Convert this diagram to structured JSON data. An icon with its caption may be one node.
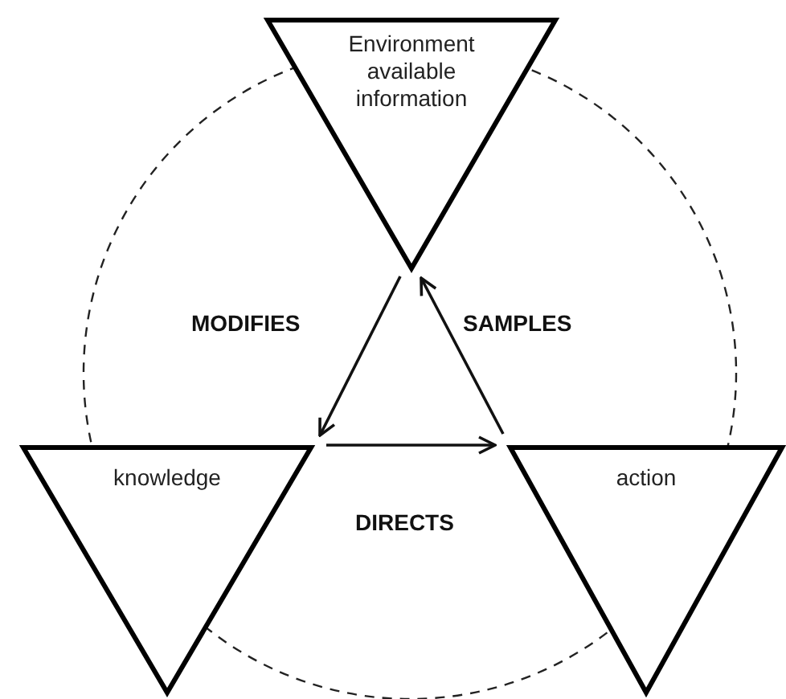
{
  "diagram": {
    "nodes": [
      {
        "text": [
          "Environment available information"
        ]
      },
      {
        "text": [
          "knowledge"
        ]
      },
      {
        "text": [
          "action"
        ]
      }
    ],
    "edges": [
      {
        "from": 0,
        "to": 1,
        "arrow": "to",
        "label": "MODIFIES"
      },
      {
        "from": 1,
        "to": 2,
        "arrow": "to",
        "label": "DIRECTS"
      },
      {
        "from": 2,
        "to": 0,
        "arrow": "to",
        "label": "SAMPLES"
      }
    ]
  }
}
